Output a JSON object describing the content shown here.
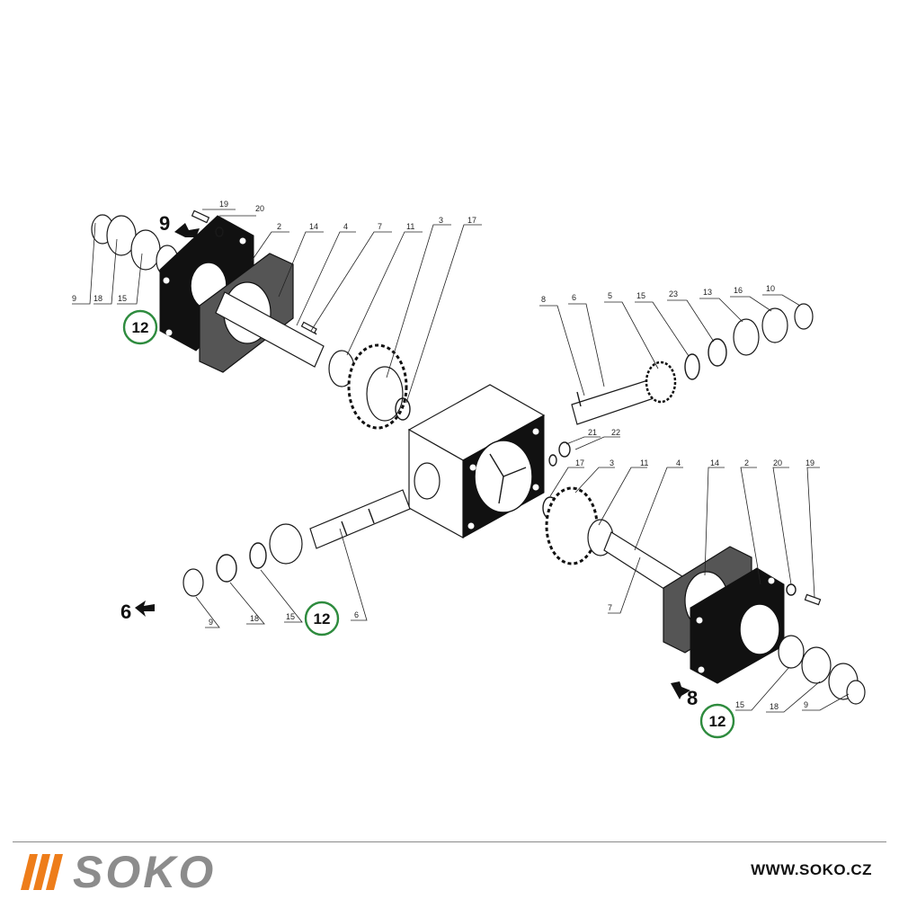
{
  "diagram": {
    "upper_shaft_labels": [
      "9",
      "18",
      "15",
      "19",
      "20",
      "2",
      "14",
      "4",
      "7",
      "11",
      "3",
      "17"
    ],
    "right_shaft_labels": [
      "8",
      "6",
      "5",
      "15",
      "23",
      "13",
      "16",
      "10",
      "21",
      "22"
    ],
    "lower_left_labels": [
      "9",
      "18",
      "15",
      "6"
    ],
    "lower_right_labels": [
      "17",
      "3",
      "11",
      "4",
      "14",
      "2",
      "20",
      "19",
      "7",
      "15",
      "18",
      "9"
    ],
    "callouts": [
      "12",
      "12",
      "12"
    ],
    "direction_arrows": [
      "9",
      "6",
      "8"
    ],
    "ring_color": "#2e8b3e"
  },
  "footer": {
    "brand_name": "SOKO",
    "brand_color": "#ee7d1a",
    "website": "WWW.SOKO.CZ"
  }
}
